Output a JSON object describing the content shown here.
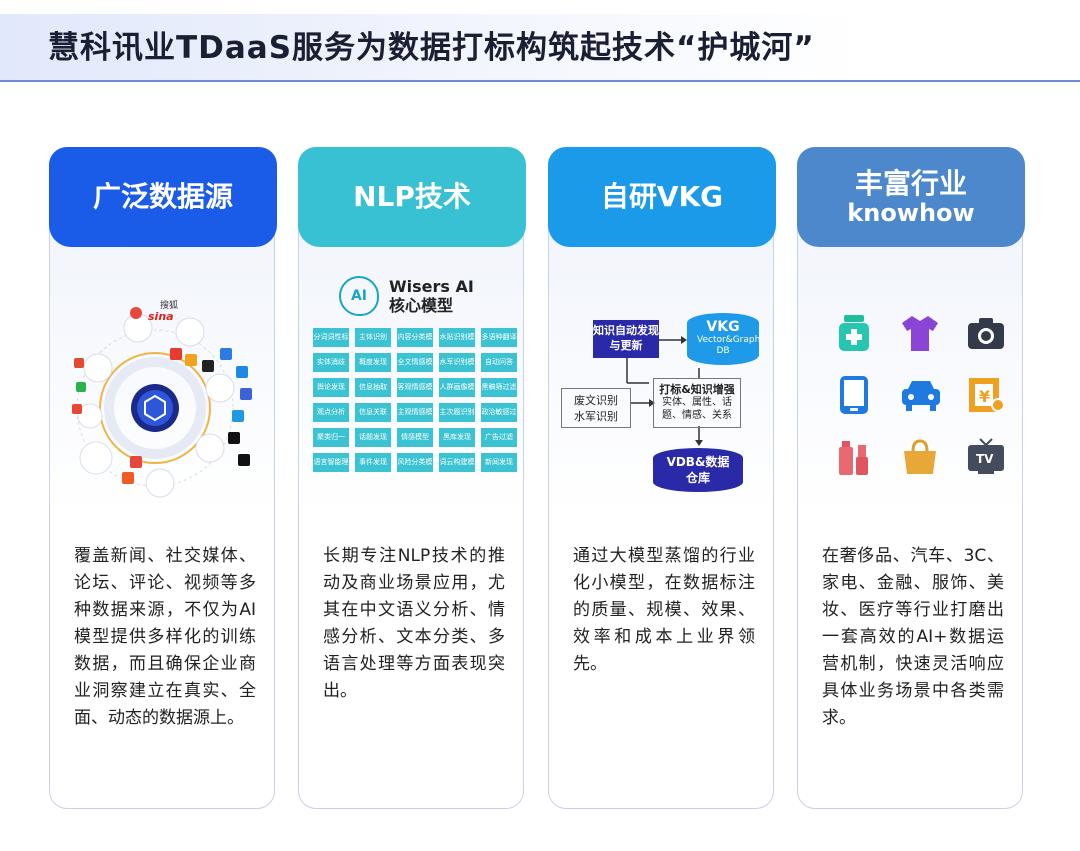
{
  "page": {
    "title": "慧科讯业TDaaS服务为数据打标构筑起技术“护城河”"
  },
  "cards": [
    {
      "title": "广泛数据源",
      "subtitle": "",
      "body": "覆盖新闻、社交媒体、论坛、评论、视频等多种数据来源，不仅为AI模型提供多样化的训练数据，而且确保企业商业洞察建立在真实、全面、动态的数据源上。",
      "logos": {
        "sohu": "搜狐",
        "sina": "sina"
      },
      "color": "#1a5be8"
    },
    {
      "title": "NLP技术",
      "subtitle": "",
      "body": "长期专注NLP技术的推动及商业场景应用，尤其在中文语义分析、情感分析、文本分类、多语言处理等方面表现突出。",
      "color": "#37c1d2",
      "model": {
        "badge": "AI",
        "name": "Wisers AI",
        "sub": "核心模型"
      },
      "grid": [
        "分词词性标注",
        "主体识别",
        "内容分类模型",
        "水贴识别模型",
        "多语种翻译",
        "实体消歧",
        "概度发现",
        "全文情感模型",
        "水军识别模型",
        "自动问答",
        "舆论发现",
        "信息抽取",
        "客观情感模型",
        "人群画像模型",
        "黑稿筛过滤",
        "观点分析",
        "信息关联",
        "主观情感模型",
        "主次题识别",
        "政治敏感过滤",
        "聚类归一",
        "话题发现",
        "情感模型",
        "黑库发现",
        "广告过滤",
        "语言智能理解",
        "事件发现",
        "风险分类模型",
        "词云构建模型",
        "新闻发现"
      ]
    },
    {
      "title": "自研VKG",
      "subtitle": "",
      "body": "通过大模型蒸馏的行业化小模型，在数据标注的质量、规模、效果、效率和成本上业界领先。",
      "color": "#1a9ae8",
      "diagram": {
        "discover": "知识自动发现与更新",
        "vkg_title": "VKG",
        "vkg_sub": "Vector&Graph DB",
        "spam": "废文识别水军识别",
        "enhance_title": "打标&知识增强",
        "enhance_sub": "实体、属性、话题、情感、关系",
        "vdb": "VDB&数据仓库"
      }
    },
    {
      "title": "丰富行业",
      "subtitle": "knowhow",
      "body": "在奢侈品、汽车、3C、家电、金融、服饰、美妆、医疗等行业打磨出一套高效的AI+数据运营机制，快速灵活响应具体业务场景中各类需求。",
      "color": "#4d88cc",
      "icons": [
        "medicine-icon",
        "tshirt-icon",
        "camera-icon",
        "tablet-icon",
        "car-icon",
        "finance-icon",
        "cosmetics-icon",
        "handbag-icon",
        "tv-icon"
      ],
      "tv_label": "TV"
    }
  ]
}
